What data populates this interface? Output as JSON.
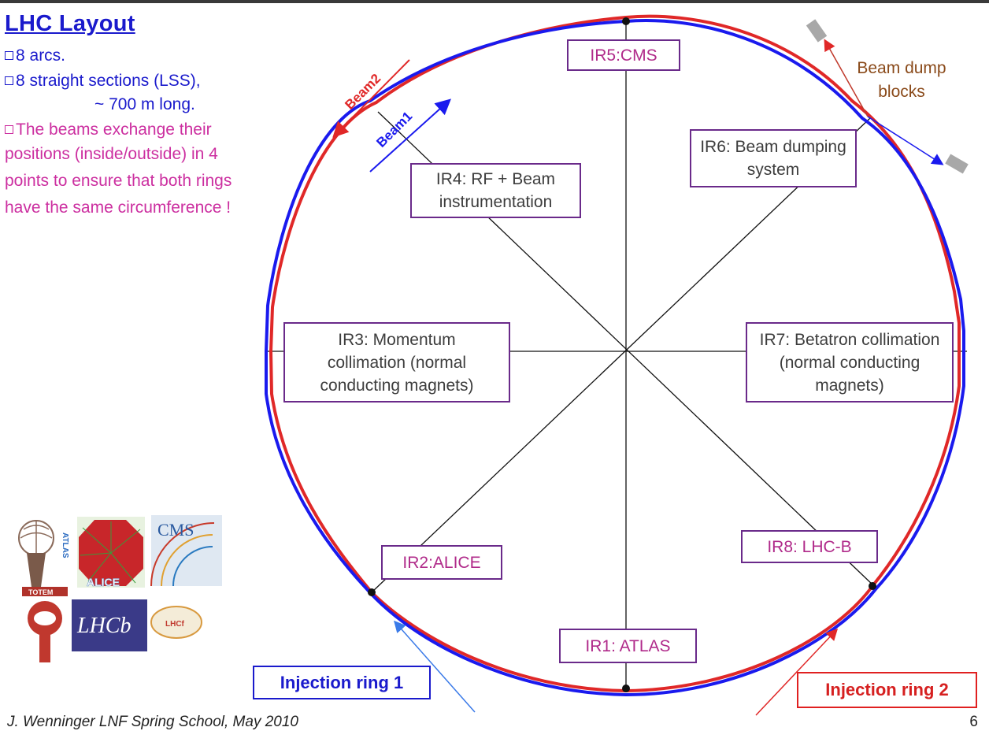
{
  "title": "LHC Layout",
  "bullets": {
    "b1": "8 arcs.",
    "b2a": "8 straight sections (LSS),",
    "b2b": "~ 700 m long.",
    "b3a": "The beams exchange their",
    "b3b": "positions (inside/outside) in 4",
    "b3c": "points to ensure that both rings",
    "b3d": "have the same circumference !"
  },
  "regions": {
    "ir1": "IR1: ATLAS",
    "ir2": "IR2:ALICE",
    "ir3": "IR3: Momentum collimation (normal conducting magnets)",
    "ir4": "IR4: RF + Beam instrumentation",
    "ir5": "IR5:CMS",
    "ir6": "IR6: Beam dumping system",
    "ir7": "IR7: Betatron collimation (normal conducting magnets)",
    "ir8": "IR8: LHC-B"
  },
  "beam_labels": {
    "beam1": "Beam1",
    "beam2": "Beam2"
  },
  "beam_dump": "Beam dump blocks",
  "injection": {
    "ring1": "Injection ring 1",
    "ring2": "Injection ring 2"
  },
  "logos": {
    "atlas": "ATLAS",
    "alice": "ALICE",
    "cms": "CMS",
    "totem": "TOTEM",
    "lhcb": "LHCb",
    "lhcf": "LHCf"
  },
  "footer": "J. Wenninger LNF Spring School, May 2010",
  "page_number": "6",
  "colors": {
    "beam1": "#1a1aee",
    "beam2": "#e02828",
    "heading": "#1a1acc",
    "bullet_pink": "#cc2fa0",
    "box_border": "#6a2a8a"
  }
}
